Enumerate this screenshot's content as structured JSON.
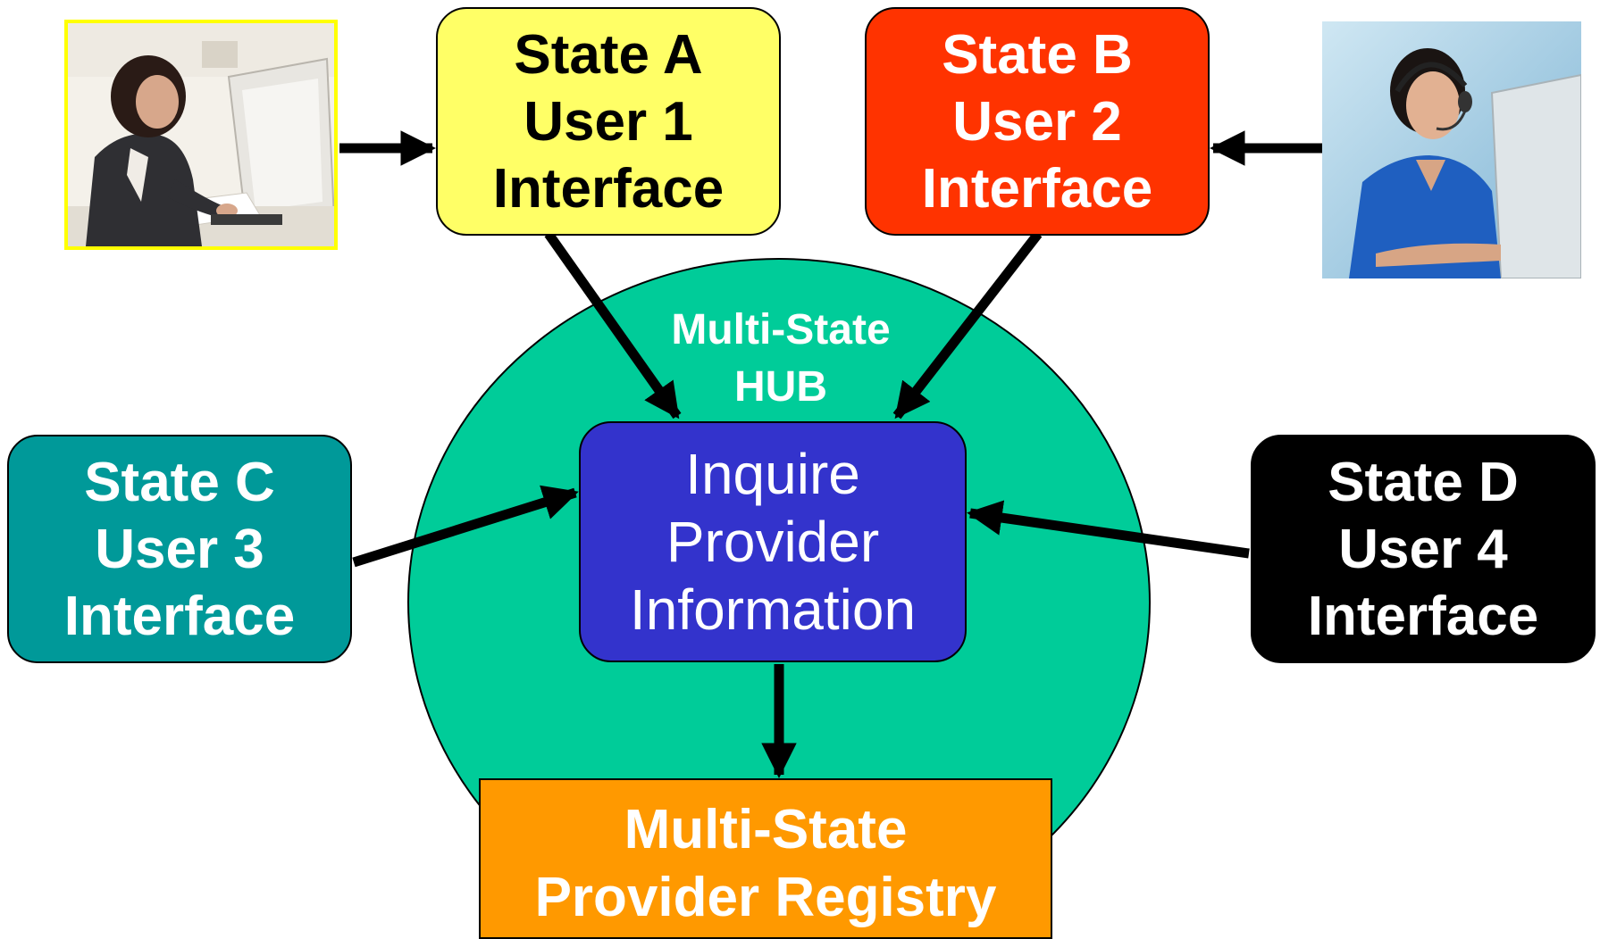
{
  "hub": {
    "label_lines": [
      "Multi-State",
      "HUB"
    ],
    "color": "#00cc99"
  },
  "states": {
    "a": {
      "lines": [
        "State A",
        "User 1",
        "Interface"
      ],
      "color": "#ffff66"
    },
    "b": {
      "lines": [
        "State B",
        "User 2",
        "Interface"
      ],
      "color": "#ff3300"
    },
    "c": {
      "lines": [
        "State C",
        "User 3",
        "Interface"
      ],
      "color": "#009999"
    },
    "d": {
      "lines": [
        "State D",
        "User 4",
        "Interface"
      ],
      "color": "#000000"
    }
  },
  "inquire": {
    "lines": [
      "Inquire",
      "Provider",
      "Information"
    ],
    "color": "#3333cc"
  },
  "registry": {
    "lines": [
      "Multi-State",
      "Provider Registry"
    ],
    "color": "#ff9900"
  },
  "photos": {
    "user1": {
      "icon": "woman-at-computer",
      "frame_color": "#ffff00"
    },
    "user2": {
      "icon": "woman-with-headset"
    }
  },
  "arrow_color": "#000000"
}
